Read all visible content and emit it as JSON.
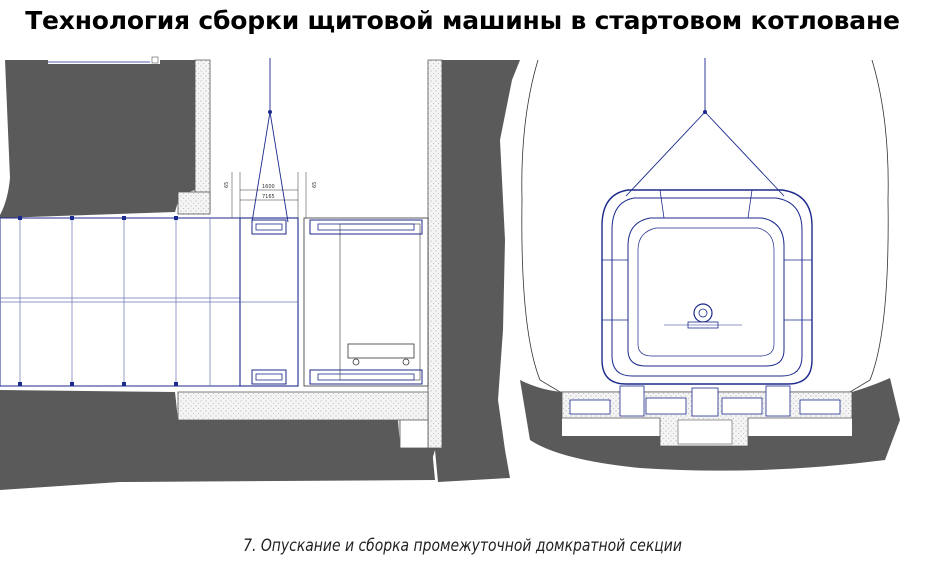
{
  "title": "Технология сборки щитовой машины в стартовом котловане",
  "caption": "7. Опускание и сборка промежуточной домкратной секции",
  "dimensions": {
    "left_gap": "65",
    "right_gap": "65",
    "center_top": "1600",
    "center_bottom": "7165"
  },
  "colors": {
    "soil": "#5a5a5a",
    "outline": "#1c2a8c",
    "line": "#333333",
    "wall": "#f2f2f2"
  },
  "views": [
    "side-view",
    "cross-section-view"
  ]
}
